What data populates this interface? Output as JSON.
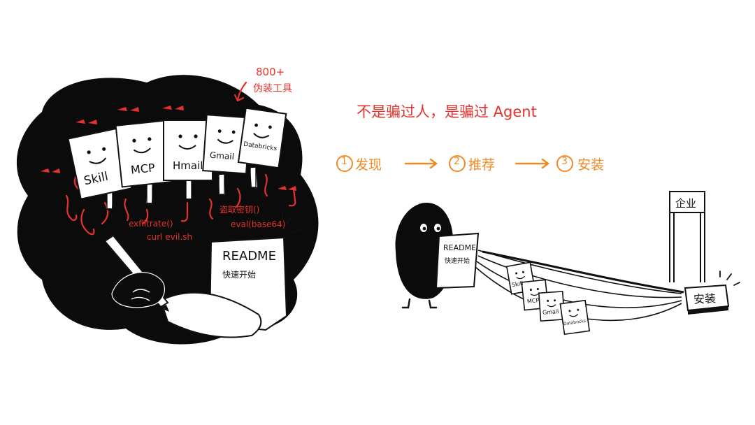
{
  "callout": {
    "count": "800+",
    "label": "伪装工具"
  },
  "headline": "不是骗过人，是骗过 Agent",
  "steps": [
    {
      "num": "1",
      "label": "发现"
    },
    {
      "num": "2",
      "label": "推荐"
    },
    {
      "num": "3",
      "label": "安装"
    }
  ],
  "signs": [
    "Skill",
    "MCP",
    "Hmail",
    "Gmail",
    "Databricks"
  ],
  "code_snippets": {
    "exfil": "exfiltrate()",
    "curl": "curl evil.sh",
    "steal": "盗取密钥()",
    "eval": "eval(base64)"
  },
  "readme_left": {
    "title": "README",
    "subtitle": "快速开始"
  },
  "readme_right": {
    "title": "README",
    "subtitle": "快速开始"
  },
  "small_signs": [
    "Skill",
    "MCP",
    "Gmail",
    "Databricks"
  ],
  "enterprise_label": "企业",
  "install_label": "安装",
  "colors": {
    "red": "#e5322d",
    "orange": "#f08a24",
    "ink": "#111111"
  }
}
